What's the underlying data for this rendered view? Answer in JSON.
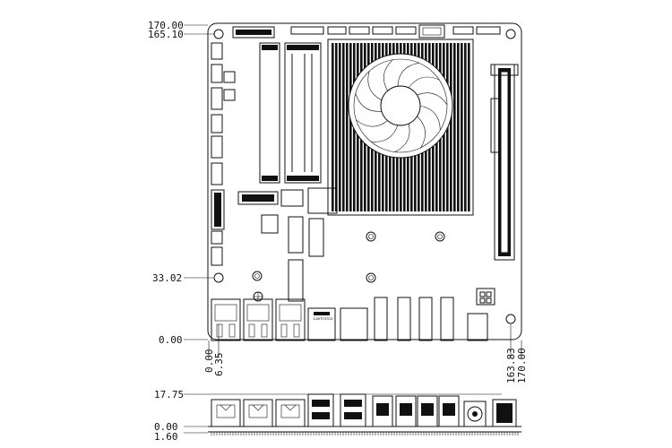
{
  "dimensions": {
    "top_outer": "170.00",
    "top_inner": "165.10",
    "left_mid": "33.02",
    "left_zero": "0.00",
    "bottom_zero": "0.00",
    "bottom_hole": "6.35",
    "right_hole": "163.83",
    "right_outer": "170.00",
    "side_height": "17.75",
    "side_zero": "0.00",
    "side_pcb": "1.60"
  },
  "labels": {
    "chip_label": "Lantronix"
  },
  "colors": {
    "line": "#111111",
    "background": "#ffffff"
  }
}
